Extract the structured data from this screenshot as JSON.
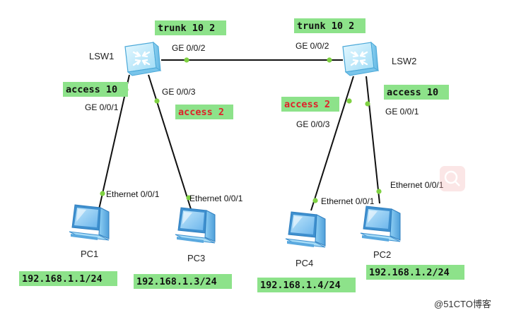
{
  "colors": {
    "link": "#111111",
    "port_dot": "#7fd142",
    "tag_bg": "#8de28a",
    "tag_text_red": "#e0202a",
    "switch_body": "#a9e2f8",
    "pc_body": "#7cc3ef"
  },
  "icons": {
    "switch": "switch-icon",
    "pc": "pc-icon",
    "watermark": "magnifier-icon"
  },
  "switches": [
    {
      "id": "lsw1",
      "label": "LSW1"
    },
    {
      "id": "lsw2",
      "label": "LSW2"
    }
  ],
  "pcs": [
    {
      "id": "pc1",
      "label": "PC1",
      "ip": "192.168.1.1/24"
    },
    {
      "id": "pc3",
      "label": "PC3",
      "ip": "192.168.1.3/24"
    },
    {
      "id": "pc4",
      "label": "PC4",
      "ip": "192.168.1.4/24"
    },
    {
      "id": "pc2",
      "label": "PC2",
      "ip": "192.168.1.2/24"
    }
  ],
  "links": [
    {
      "id": "lsw1-lsw2",
      "a_port": "GE 0/0/2",
      "b_port": "GE 0/0/2",
      "a_tag": "trunk 10 2",
      "b_tag": "trunk 10 2"
    },
    {
      "id": "lsw1-pc1",
      "a_port": "GE 0/0/1",
      "b_port": "Ethernet 0/0/1",
      "a_tag": "access 10"
    },
    {
      "id": "lsw1-pc3",
      "a_port": "GE 0/0/3",
      "b_port": "Ethernet 0/0/1",
      "a_tag": "access 2"
    },
    {
      "id": "lsw2-pc4",
      "a_port": "GE 0/0/3",
      "b_port": "Ethernet 0/0/1",
      "a_tag": "access 2"
    },
    {
      "id": "lsw2-pc2",
      "a_port": "GE 0/0/1",
      "b_port": "Ethernet 0/0/1",
      "a_tag": "access 10"
    }
  ],
  "watermark": "@51CTO博客"
}
